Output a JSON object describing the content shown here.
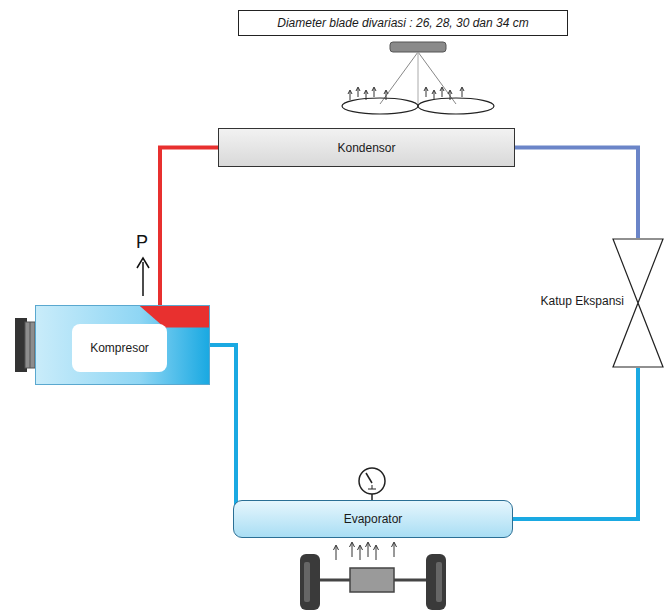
{
  "diagram": {
    "nodes": [
      {
        "text": [
          "Diameter blade divariasi : 26, 28, 30 dan 34 cm"
        ]
      },
      {
        "text": [
          "Kondensor"
        ]
      },
      {
        "text": [
          "Kompresor"
        ]
      },
      {
        "text": [
          "Katup Ekspansi"
        ]
      },
      {
        "text": [
          "Evaporator"
        ]
      }
    ],
    "edges": [
      {
        "from": 2,
        "to": 1,
        "arrow": "none"
      },
      {
        "from": 1,
        "to": 3,
        "arrow": "none"
      },
      {
        "from": 3,
        "to": 4,
        "arrow": "none"
      },
      {
        "from": 4,
        "to": 2,
        "arrow": "none"
      }
    ],
    "labels": [
      "P"
    ]
  }
}
